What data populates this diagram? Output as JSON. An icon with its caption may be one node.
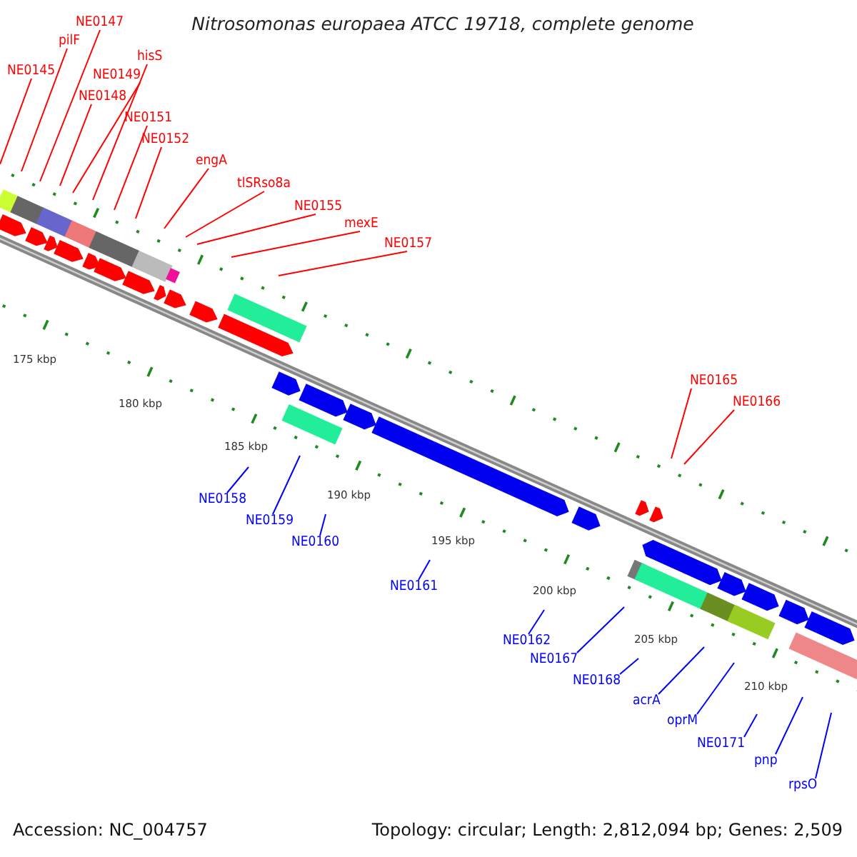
{
  "diagram": {
    "title": "Nitrosomonas europaea ATCC 19718, complete genome",
    "nodes": [
      {
        "text": [
          "NE0147"
        ]
      },
      {
        "text": [
          "pilF"
        ]
      },
      {
        "text": [
          "NE0145"
        ]
      },
      {
        "text": [
          "hisS"
        ]
      },
      {
        "text": [
          "NE0149"
        ]
      },
      {
        "text": [
          "NE0148"
        ]
      },
      {
        "text": [
          "NE0151"
        ]
      },
      {
        "text": [
          "NE0152"
        ]
      },
      {
        "text": [
          "engA"
        ]
      },
      {
        "text": [
          "tlSRso8a"
        ]
      },
      {
        "text": [
          "NE0155"
        ]
      },
      {
        "text": [
          "mexE"
        ]
      },
      {
        "text": [
          "NE0157"
        ]
      },
      {
        "text": [
          "NE0165"
        ]
      },
      {
        "text": [
          "NE0166"
        ]
      },
      {
        "text": [
          "NE0158"
        ]
      },
      {
        "text": [
          "NE0159"
        ]
      },
      {
        "text": [
          "NE0160"
        ]
      },
      {
        "text": [
          "NE0161"
        ]
      },
      {
        "text": [
          "NE0162"
        ]
      },
      {
        "text": [
          "NE0167"
        ]
      },
      {
        "text": [
          "NE0168"
        ]
      },
      {
        "text": [
          "acrA"
        ]
      },
      {
        "text": [
          "oprM"
        ]
      },
      {
        "text": [
          "NE0171"
        ]
      },
      {
        "text": [
          "pnp"
        ]
      },
      {
        "text": [
          "rpsO"
        ]
      }
    ],
    "edges": [
      {
        "from": 0,
        "to": null,
        "arrow": "none"
      },
      {
        "from": 1,
        "to": null,
        "arrow": "none"
      },
      {
        "from": 2,
        "to": null,
        "arrow": "none"
      },
      {
        "from": 3,
        "to": null,
        "arrow": "none"
      },
      {
        "from": 4,
        "to": null,
        "arrow": "none"
      },
      {
        "from": 5,
        "to": null,
        "arrow": "none"
      },
      {
        "from": 6,
        "to": null,
        "arrow": "none"
      },
      {
        "from": 7,
        "to": null,
        "arrow": "none"
      },
      {
        "from": 8,
        "to": null,
        "arrow": "none"
      },
      {
        "from": 9,
        "to": null,
        "arrow": "none"
      },
      {
        "from": 10,
        "to": null,
        "arrow": "none"
      },
      {
        "from": 11,
        "to": null,
        "arrow": "none"
      },
      {
        "from": 12,
        "to": null,
        "arrow": "none"
      },
      {
        "from": 13,
        "to": null,
        "arrow": "none"
      },
      {
        "from": 14,
        "to": null,
        "arrow": "none"
      },
      {
        "from": 15,
        "to": null,
        "arrow": "none",
        "color": "#0000ff"
      },
      {
        "from": 16,
        "to": null,
        "arrow": "none",
        "color": "#0000ff"
      },
      {
        "from": 17,
        "to": null,
        "arrow": "none",
        "color": "#0000ff"
      },
      {
        "from": 18,
        "to": null,
        "arrow": "none",
        "color": "#0000ff"
      },
      {
        "from": 19,
        "to": null,
        "arrow": "none",
        "color": "#0000ff"
      },
      {
        "from": 20,
        "to": null,
        "arrow": "none",
        "color": "#0000ff"
      },
      {
        "from": 21,
        "to": null,
        "arrow": "none",
        "color": "#0000ff"
      },
      {
        "from": 22,
        "to": null,
        "arrow": "none",
        "color": "#0000ff"
      },
      {
        "from": 23,
        "to": null,
        "arrow": "none",
        "color": "#0000ff"
      },
      {
        "from": 24,
        "to": null,
        "arrow": "none",
        "color": "#0000ff"
      },
      {
        "from": 25,
        "to": null,
        "arrow": "none",
        "color": "#0000ff"
      },
      {
        "from": 26,
        "to": null,
        "arrow": "none",
        "color": "#0000ff"
      }
    ],
    "labels": [
      "175 kbp",
      "180 kbp",
      "185 kbp",
      "190 kbp",
      "195 kbp",
      "200 kbp",
      "205 kbp",
      "210 kbp",
      "Accession: NC_004757",
      "Topology: circular; Length: 2,812,094 bp; Genes: 2,509"
    ]
  }
}
